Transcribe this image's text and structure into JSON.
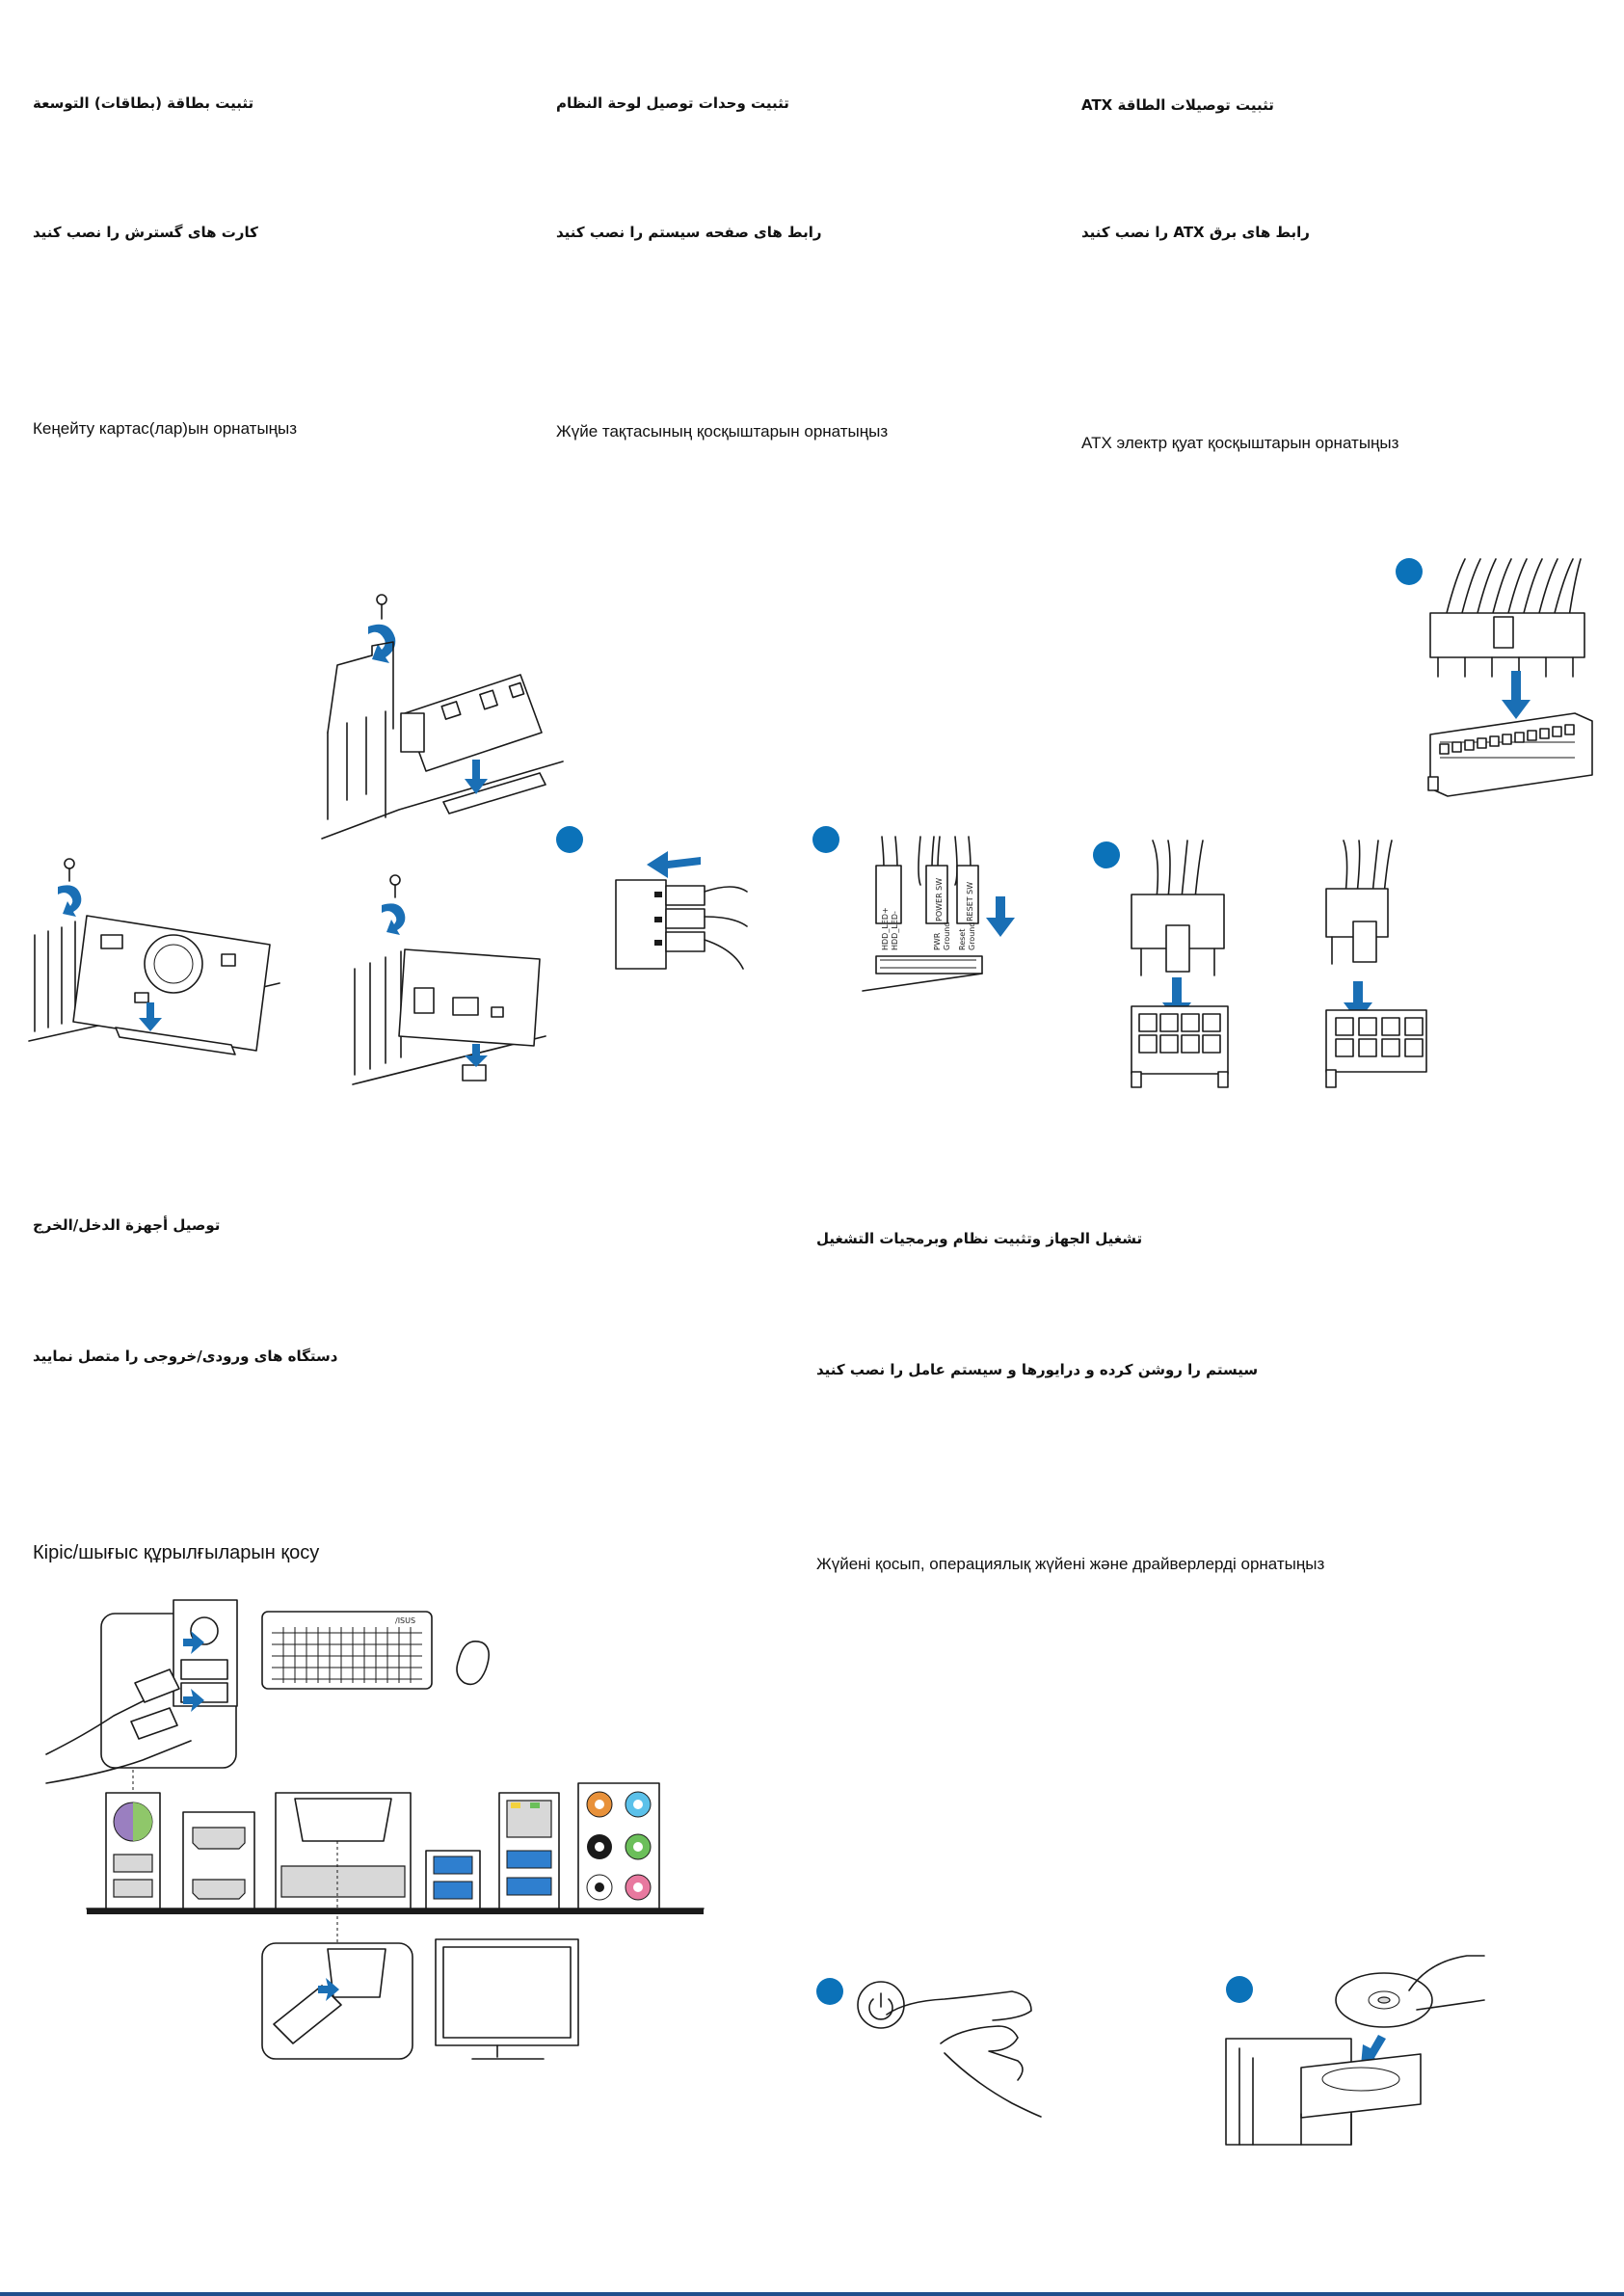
{
  "sections": {
    "expansion": {
      "arabic": "تثبيت بطاقة (بطاقات) التوسعة",
      "persian": "کارت های گسترش را نصب کنید",
      "kazakh": "Кеңейту картас(лар)ын орнатыңыз"
    },
    "system_panel": {
      "arabic": "تثبيت وحدات توصيل لوحة النظام",
      "persian": "رابط های صفحه سیستم را نصب کنید",
      "kazakh": "Жүйе тақтасының қосқыштарын орнатыңыз",
      "connector_labels": [
        "POWER SW",
        "RESET SW",
        "PWR",
        "Ground",
        "Reset",
        "Ground",
        "HDD_LED+",
        "HDD_LED-"
      ]
    },
    "atx_power": {
      "arabic": "تثبيت توصيلات الطاقة ATX",
      "persian": "رابط های برق ATX را نصب کنید",
      "kazakh": "ATX электр қуат қосқыштарын орнатыңыз"
    },
    "io_devices": {
      "arabic": "توصيل أجهزة الدخل/الخرج",
      "persian": "دستگاه های ورودی/خروجی را متصل نمایید",
      "kazakh": "Кіріс/шығыс құрылғыларын қосу",
      "keyboard_brand": "/ISUS"
    },
    "power_on": {
      "arabic": "تشغيل الجهاز وتثبيت نظام وبرمجيات التشغيل",
      "persian": "سیستم را روشن کرده و درایورها و سیستم عامل را نصب کنید",
      "kazakh": "Жүйені қосып, операциялық жүйені және драйверлерді орнатыңыз"
    }
  },
  "colors": {
    "accent": "#0b72b9",
    "arrow": "#1a6fb5",
    "audio_orange": "#e8913a",
    "audio_blue": "#5bc1ea",
    "audio_green": "#6bbf5a",
    "audio_pink": "#e8799f",
    "ps2_purple": "#9a7fc0",
    "ps2_green": "#8fc76a",
    "usb3_blue": "#2f7fcf",
    "lan_yellow": "#f3d23e",
    "bottom_bar": "#1f4e8c"
  },
  "icons": [
    "step-marker-icon",
    "down-arrow-icon",
    "left-arrow-icon",
    "screw-icon",
    "rotate-arrow-icon",
    "power-button-icon",
    "disc-icon"
  ]
}
